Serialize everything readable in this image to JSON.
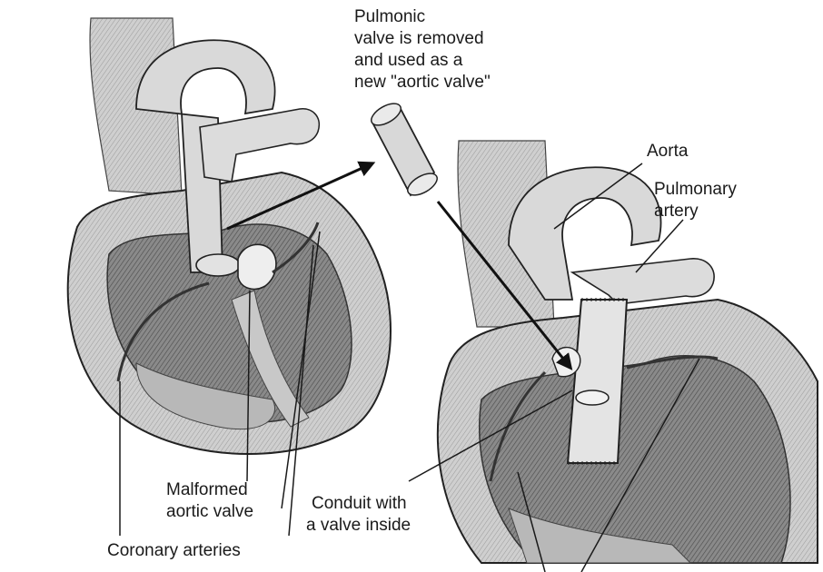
{
  "labels": {
    "pulmonic_valve": [
      "Pulmonic",
      "valve is removed",
      "and used as a",
      "new \"aortic valve\""
    ],
    "aorta": "Aorta",
    "pulmonary_artery": [
      "Pulmonary",
      "artery"
    ],
    "malformed_aortic_valve": [
      "Malformed",
      "aortic valve"
    ],
    "conduit": [
      "Conduit with",
      "a valve inside"
    ],
    "coronary_arteries": "Coronary arteries"
  },
  "colors": {
    "background": "#ffffff",
    "tissue_light": "#d4d4d4",
    "tissue_mid": "#a8a8a8",
    "tissue_dark": "#6e6e6e",
    "outline": "#222222",
    "text": "#1a1a1a"
  }
}
